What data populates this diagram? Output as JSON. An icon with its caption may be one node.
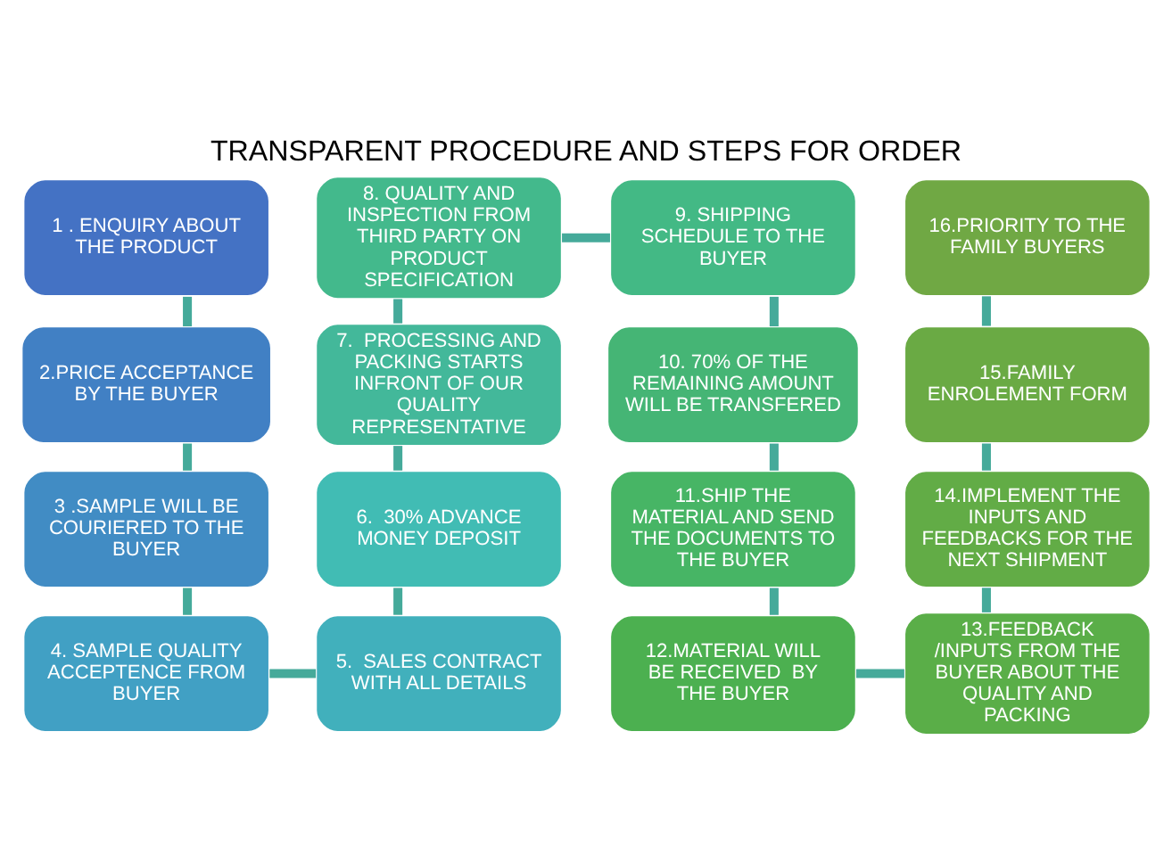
{
  "diagram": {
    "title": "TRANSPARENT PROCEDURE AND STEPS FOR ORDER",
    "nodes": [
      {
        "text": [
          "1 . ENQUIRY ABOUT THE PRODUCT"
        ]
      },
      {
        "text": [
          "2.PRICE ACCEPTANCE BY THE BUYER"
        ]
      },
      {
        "text": [
          "3 .SAMPLE WILL BE COURIERED TO THE BUYER"
        ]
      },
      {
        "text": [
          "4. SAMPLE QUALITY ACCEPTENCE FROM BUYER"
        ]
      },
      {
        "text": [
          "5.  SALES CONTRACT WITH ALL DETAILS"
        ]
      },
      {
        "text": [
          "6.  30% ADVANCE MONEY DEPOSIT"
        ]
      },
      {
        "text": [
          "7.  PROCESSING AND PACKING STARTS INFRONT OF OUR QUALITY REPRESENTATIVE"
        ]
      },
      {
        "text": [
          "8. QUALITY AND INSPECTION FROM THIRD PARTY ON PRODUCT SPECIFICATION"
        ]
      },
      {
        "text": [
          "9. SHIPPING SCHEDULE TO THE BUYER"
        ]
      },
      {
        "text": [
          "10. 70% OF THE REMAINING AMOUNT WILL BE TRANSFERED"
        ]
      },
      {
        "text": [
          "11.SHIP THE MATERIAL AND SEND THE DOCUMENTS TO THE BUYER"
        ]
      },
      {
        "text": [
          "12.MATERIAL WILL BE RECEIVED  BY THE BUYER"
        ]
      },
      {
        "text": [
          "13.FEEDBACK /INPUTS FROM THE BUYER ABOUT THE QUALITY AND PACKING"
        ]
      },
      {
        "text": [
          "14.IMPLEMENT THE INPUTS AND FEEDBACKS FOR THE NEXT SHIPMENT"
        ]
      },
      {
        "text": [
          "15.FAMILY ENROLEMENT FORM"
        ]
      },
      {
        "text": [
          "16.PRIORITY TO THE FAMILY BUYERS"
        ]
      }
    ],
    "edges": [
      {
        "from": 0,
        "to": 1,
        "arrow": "none"
      },
      {
        "from": 1,
        "to": 2,
        "arrow": "none"
      },
      {
        "from": 2,
        "to": 3,
        "arrow": "none"
      },
      {
        "from": 3,
        "to": 4,
        "arrow": "none"
      },
      {
        "from": 4,
        "to": 5,
        "arrow": "none"
      },
      {
        "from": 5,
        "to": 6,
        "arrow": "none"
      },
      {
        "from": 6,
        "to": 7,
        "arrow": "none"
      },
      {
        "from": 7,
        "to": 8,
        "arrow": "none"
      },
      {
        "from": 8,
        "to": 9,
        "arrow": "none"
      },
      {
        "from": 9,
        "to": 10,
        "arrow": "none"
      },
      {
        "from": 10,
        "to": 11,
        "arrow": "none"
      },
      {
        "from": 11,
        "to": 12,
        "arrow": "none"
      },
      {
        "from": 12,
        "to": 13,
        "arrow": "none"
      },
      {
        "from": 13,
        "to": 14,
        "arrow": "none"
      },
      {
        "from": 14,
        "to": 15,
        "arrow": "none"
      }
    ]
  }
}
